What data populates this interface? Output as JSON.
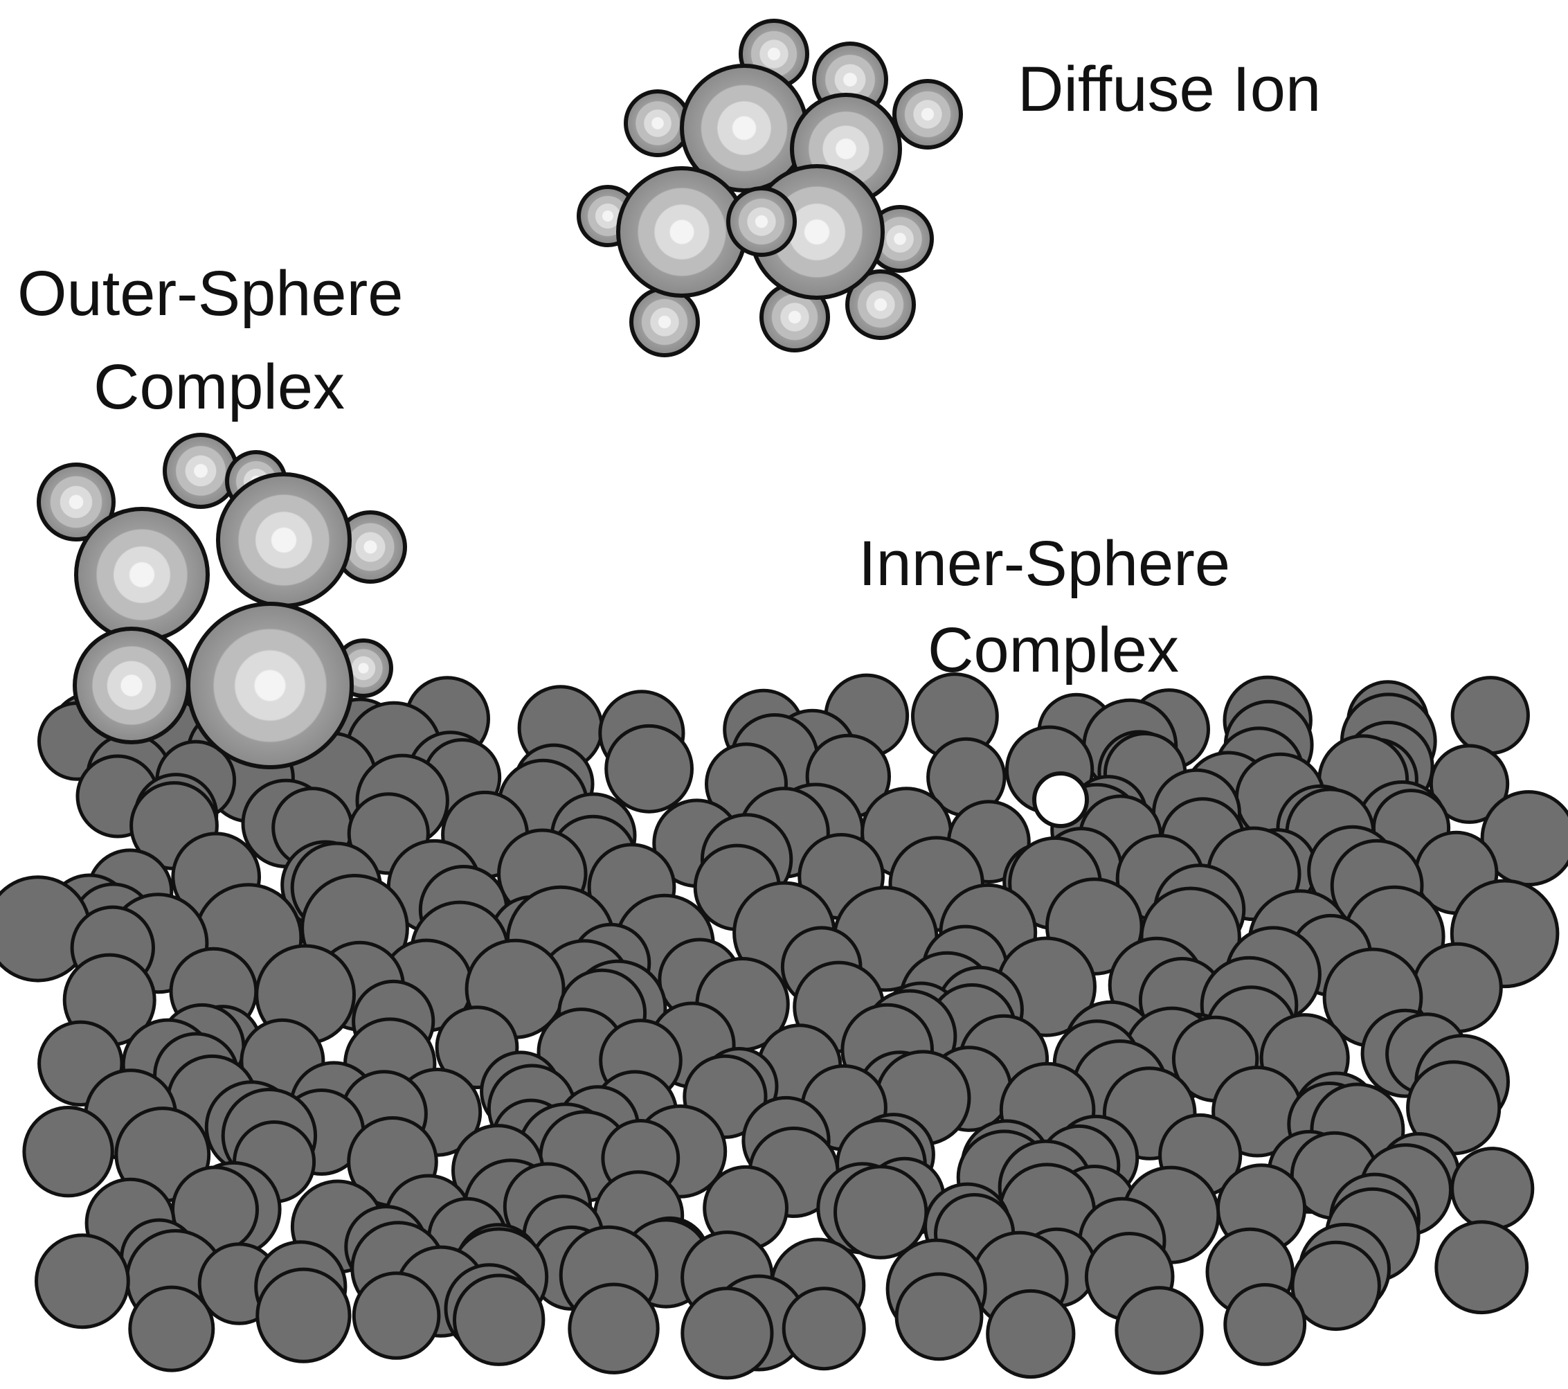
{
  "labels": {
    "diffuse_ion": "Diffuse Ion",
    "outer_sphere_line1": "Outer-Sphere",
    "outer_sphere_line2": "Complex",
    "inner_sphere_line1": "Inner-Sphere",
    "inner_sphere_line2": "Complex"
  },
  "colors": {
    "surface_atom": "#6f6f6f",
    "outline": "#111111",
    "inner_sphere_ion": "#ffffff",
    "sphere_gradient": [
      "#f2f2f2",
      "#d4d4d4",
      "#b3b3b3",
      "#8d8d8d"
    ]
  }
}
